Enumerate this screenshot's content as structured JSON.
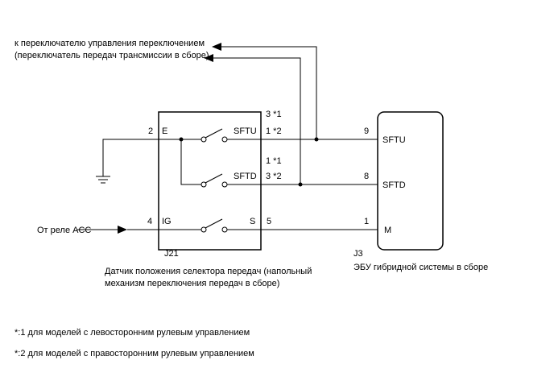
{
  "note_top_line1": "к переключателю управления переключением",
  "note_top_line2": "(переключатель передач трансмиссии в сборе)",
  "acc_label": "От реле ACC",
  "sensor": {
    "id": "J21",
    "desc_line1": "Датчик положения селектора передач (напольный",
    "desc_line2": "механизм переключения передач в сборе)",
    "pin_e_num": "2",
    "pin_e": "E",
    "pin_ig_num": "4",
    "pin_ig": "IG",
    "sftu": "SFTU",
    "sftd": "SFTD",
    "s": "S",
    "pin_sftu_1": "3 *1",
    "pin_sftu_2": "1 *2",
    "pin_sftd_1": "1 *1",
    "pin_sftd_2": "3 *2",
    "pin_s": "5"
  },
  "ecu": {
    "id": "J3",
    "desc": "ЭБУ гибридной системы в сборе",
    "pin_sftu_num": "9",
    "pin_sftu": "SFTU",
    "pin_sftd_num": "8",
    "pin_sftd": "SFTD",
    "pin_m_num": "1",
    "pin_m": "M"
  },
  "footnote1": "*:1 для моделей с левосторонним рулевым управлением",
  "footnote2": "*:2 для моделей с правосторонним рулевым управлением"
}
